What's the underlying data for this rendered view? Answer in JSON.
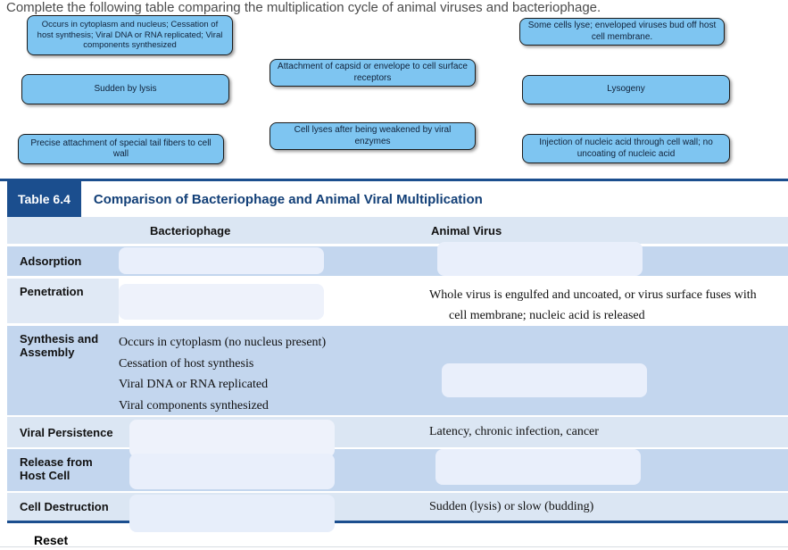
{
  "instruction": "Complete the following table comparing the multiplication cycle of animal viruses and bacteriophage.",
  "drag_items": [
    "Occurs in cytoplasm and nucleus; Cessation of host synthesis; Viral DNA or RNA replicated; Viral components synthesized",
    "Some cells lyse; enveloped viruses bud off host cell membrane.",
    "Attachment of capsid or envelope to cell surface receptors",
    "Sudden by lysis",
    "Lysogeny",
    "Cell lyses after being weakened by viral enzymes",
    "Precise attachment of special tail fibers to cell wall",
    "Injection of nucleic acid through cell wall; no uncoating of nucleic acid"
  ],
  "table": {
    "badge": "Table 6.4",
    "title": "Comparison of Bacteriophage and Animal Viral Multiplication",
    "columns": {
      "bacteriophage": "Bacteriophage",
      "animal_virus": "Animal Virus"
    },
    "rows": {
      "adsorption": {
        "label": "Adsorption"
      },
      "penetration": {
        "label": "Penetration",
        "animal_text": "Whole virus is engulfed and uncoated, or virus surface fuses with cell membrane; nucleic acid is released"
      },
      "synthesis": {
        "label": "Synthesis and Assembly",
        "phage_lines": [
          "Occurs in cytoplasm (no nucleus present)",
          "Cessation of host synthesis",
          "Viral DNA or RNA replicated",
          "Viral components synthesized"
        ]
      },
      "persistence": {
        "label": "Viral Persistence",
        "animal_text": "Latency, chronic infection, cancer"
      },
      "release": {
        "label": "Release from Host Cell"
      },
      "destruction": {
        "label": "Cell Destruction",
        "animal_text": "Sudden (lysis) or slow (budding)"
      }
    }
  },
  "reset_label": "Reset",
  "colors": {
    "chip_fill": "#7ec5f1",
    "table_accent_navy": "#1b4e8e",
    "row_medium_blue": "#c3d6ee",
    "row_light_blue": "#dbe6f3",
    "dropzone_fill": "#e9effb"
  }
}
